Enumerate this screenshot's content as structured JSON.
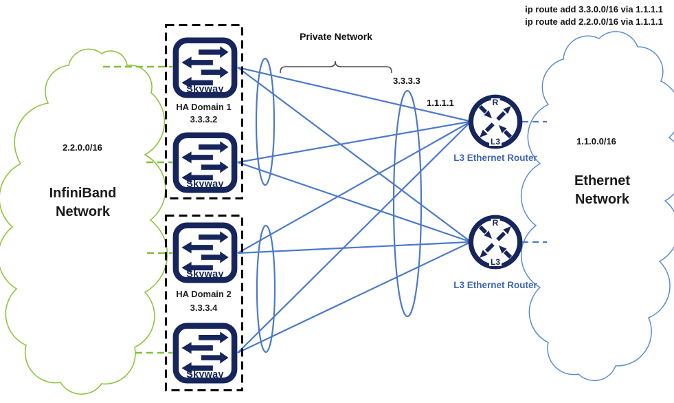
{
  "annotations": {
    "ip_route_line1": "ip route add 3.3.0.0/16 via 1.1.1.1",
    "ip_route_line2": "ip route add 2.2.0.0/16 via 1.1.1.1",
    "private_network_label": "Private Network",
    "private_ip_label": "3.3.3.3",
    "router_uplink_ip_label": "1.1.1.1"
  },
  "clouds": {
    "infiniband": {
      "name": "InfiniBand Network",
      "subnet": "2.2.0.0/16",
      "color": "#8cc63f"
    },
    "ethernet": {
      "name": "Ethernet Network",
      "subnet": "1.1.0.0/16",
      "color": "#5b8ad4"
    }
  },
  "ha_domains": [
    {
      "title": "HA Domain 1",
      "ip": "3.3.3.2"
    },
    {
      "title": "HA Domain 2",
      "ip": "3.3.3.4"
    }
  ],
  "devices": {
    "skyway_label": "Skyway",
    "router_label": "L3 Ethernet Router",
    "router_letter_top": "R",
    "router_letter_bottom": "L3"
  },
  "colors": {
    "navy": "#16255b",
    "link_blue": "#4b79cb",
    "green": "#8cc63f",
    "router_label_blue": "#3e64b5",
    "brace_gray": "#4d4d4d",
    "ha_box_black": "#000000"
  }
}
